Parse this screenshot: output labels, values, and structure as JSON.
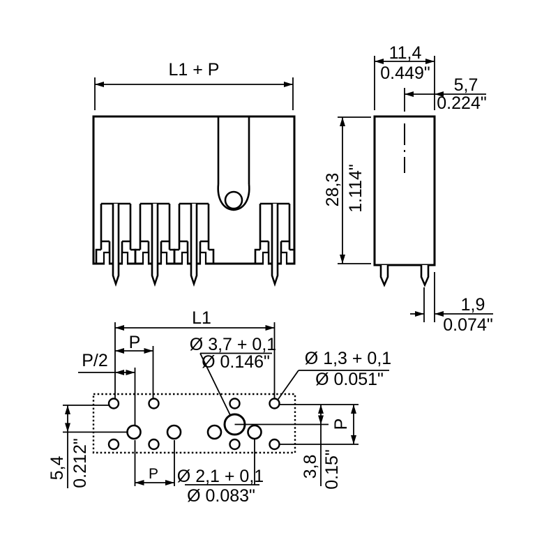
{
  "title": "connector technical drawing",
  "colors": {
    "line": "#000000",
    "background": "#ffffff"
  },
  "front_view": {
    "dim_width": "L1 + P"
  },
  "side_view": {
    "width_mm": "11,4",
    "width_in": "0.449\"",
    "pin_offset_mm": "5,7",
    "pin_offset_in": "0.224\"",
    "height_mm": "28,3",
    "height_in": "1.114\"",
    "pin_width_mm": "1,9",
    "pin_width_in": "0.074\""
  },
  "footprint_view": {
    "dim_l1": "L1",
    "dim_pitch_top": "P",
    "dim_half_pitch": "P/2",
    "hole_large_mm": "Ø 3,7 + 0,1",
    "hole_large_in": "Ø 0.146\"",
    "hole_small_mm": "Ø 1,3 + 0,1",
    "hole_small_in": "Ø 0.051\"",
    "hole_mid_mm": "Ø 2,1 + 0,1",
    "hole_mid_in": "Ø 0.083\"",
    "row_offset_mm": "5,4",
    "row_offset_in": "0.212\"",
    "hole_offset_mm": "3,8",
    "hole_offset_in": "0.15\"",
    "dim_pitch_bottom": "P",
    "dim_pitch_right": "P"
  }
}
